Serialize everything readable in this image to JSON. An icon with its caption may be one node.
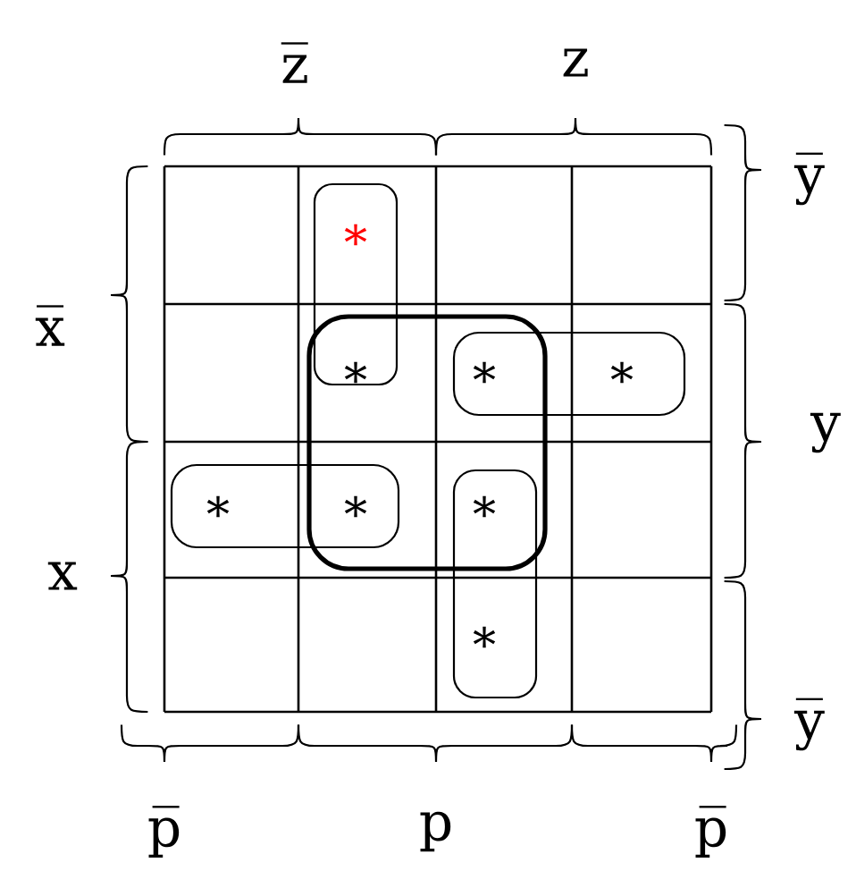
{
  "diagram": {
    "labels": [
      "z̅",
      "z",
      "y̅",
      "x̅",
      "*",
      "*",
      "*",
      "*",
      "y",
      "*",
      "*",
      "*",
      "x",
      "*",
      "y̅",
      "p̅",
      "p",
      "p̅"
    ]
  }
}
